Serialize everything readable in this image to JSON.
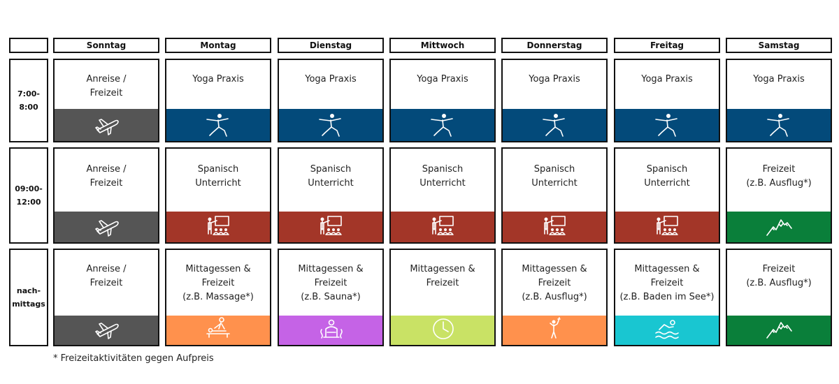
{
  "corner": "",
  "days": [
    "Sonntag",
    "Montag",
    "Dienstag",
    "Mittwoch",
    "Donnerstag",
    "Freitag",
    "Samstag"
  ],
  "times": [
    "7:00-\n8:00",
    "09:00-\n12:00",
    "nach-\nmittags"
  ],
  "colors": {
    "travel": "#555555",
    "yoga": "#034a7a",
    "spanish": "#a33628",
    "excursion": "#0a7f3a",
    "massage": "#ff914d",
    "sauna": "#c563e6",
    "free": "#c9e265",
    "swim": "#19c6d1"
  },
  "rows": [
    [
      {
        "text": "Anreise /\nFreizeit",
        "color": "#555555",
        "icon": "airplane-icon"
      },
      {
        "text": "Yoga Praxis",
        "color": "#034a7a",
        "icon": "yoga-pose-icon"
      },
      {
        "text": "Yoga Praxis",
        "color": "#034a7a",
        "icon": "yoga-pose-icon"
      },
      {
        "text": "Yoga Praxis",
        "color": "#034a7a",
        "icon": "yoga-pose-icon"
      },
      {
        "text": "Yoga Praxis",
        "color": "#034a7a",
        "icon": "yoga-pose-icon"
      },
      {
        "text": "Yoga Praxis",
        "color": "#034a7a",
        "icon": "yoga-pose-icon"
      },
      {
        "text": "Yoga Praxis",
        "color": "#034a7a",
        "icon": "yoga-pose-icon"
      }
    ],
    [
      {
        "text": "Anreise /\nFreizeit",
        "color": "#555555",
        "icon": "airplane-icon"
      },
      {
        "text": "Spanisch\nUnterricht",
        "color": "#a33628",
        "icon": "classroom-icon"
      },
      {
        "text": "Spanisch\nUnterricht",
        "color": "#a33628",
        "icon": "classroom-icon"
      },
      {
        "text": "Spanisch\nUnterricht",
        "color": "#a33628",
        "icon": "classroom-icon"
      },
      {
        "text": "Spanisch\nUnterricht",
        "color": "#a33628",
        "icon": "classroom-icon"
      },
      {
        "text": "Spanisch\nUnterricht",
        "color": "#a33628",
        "icon": "classroom-icon"
      },
      {
        "text": "Freizeit\n(z.B. Ausflug*)",
        "color": "#0a7f3a",
        "icon": "mountain-icon"
      }
    ],
    [
      {
        "text": "Anreise /\nFreizeit",
        "color": "#555555",
        "icon": "airplane-icon"
      },
      {
        "text": "Mittagessen &\nFreizeit\n(z.B. Massage*)",
        "color": "#ff914d",
        "icon": "massage-icon"
      },
      {
        "text": "Mittagessen &\nFreizeit\n(z.B. Sauna*)",
        "color": "#c563e6",
        "icon": "sauna-icon"
      },
      {
        "text": "Mittagessen &\nFreizeit",
        "color": "#c9e265",
        "icon": "clock-icon"
      },
      {
        "text": "Mittagessen &\nFreizeit\n(z.B. Ausflug*)",
        "color": "#ff914d",
        "icon": "hiker-icon"
      },
      {
        "text": "Mittagessen &\nFreizeit\n(z.B. Baden im See*)",
        "color": "#19c6d1",
        "icon": "swimmer-icon"
      },
      {
        "text": "Freizeit\n(z.B. Ausflug*)",
        "color": "#0a7f3a",
        "icon": "mountain-icon"
      }
    ]
  ],
  "footnote": "* Freizeitaktivitäten gegen Aufpreis"
}
